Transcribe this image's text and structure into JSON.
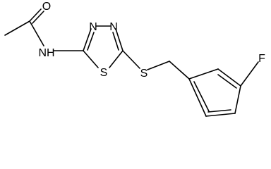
{
  "molecule": {
    "atoms": {
      "oxygen": "O",
      "amide_nitrogen": "NH",
      "ring_nitrogen_1": "N",
      "ring_nitrogen_2": "N",
      "ring_sulfur": "S",
      "thioether_sulfur": "S",
      "fluorine": "F"
    }
  },
  "colors": {
    "bond": "#000000",
    "label": "#000000",
    "background": "#ffffff"
  }
}
